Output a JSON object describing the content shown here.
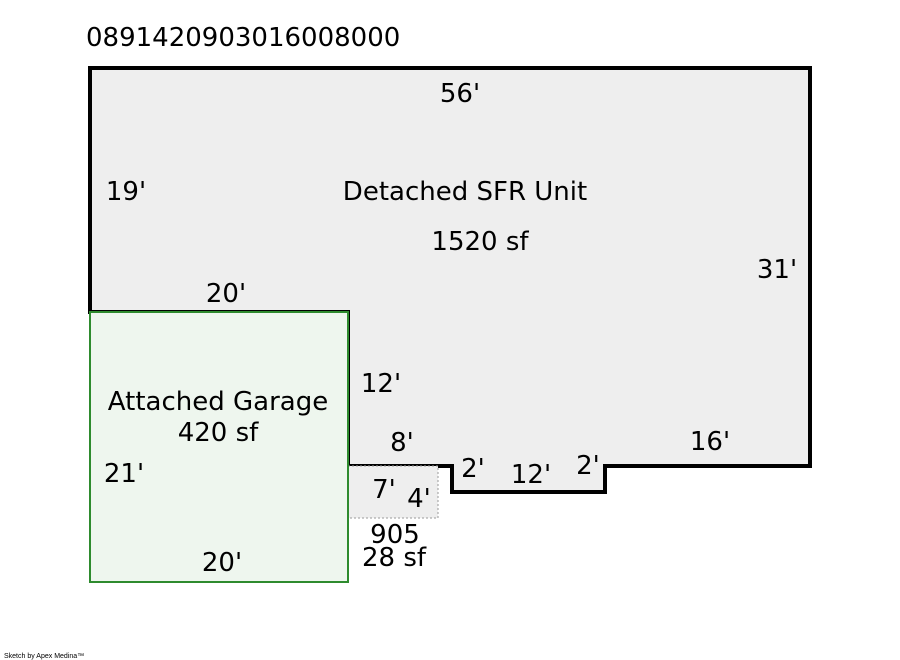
{
  "parcel_id": "0891420903016008000",
  "colors": {
    "sfr_fill": "#eeeeee",
    "sfr_stroke": "#000000",
    "garage_fill": "#eef6ee",
    "garage_stroke": "#2e8b2e",
    "patio_fill": "#eeeeee",
    "patio_stroke": "#999999"
  },
  "sfr": {
    "name": "Detached SFR Unit",
    "area": "1520 sf",
    "dims": {
      "top": "56'",
      "left": "19'",
      "right": "31'",
      "inner_left_top": "20'",
      "inner_vertical": "12'",
      "inner_bottom": "8'",
      "notch_left": "2'",
      "notch_bottom": "12'",
      "notch_right": "2'",
      "bottom_right": "16'"
    }
  },
  "garage": {
    "name": "Attached Garage",
    "area": "420 sf",
    "dims": {
      "left": "21'",
      "bottom": "20'"
    }
  },
  "patio": {
    "code": "905",
    "area": "28 sf",
    "dims": {
      "width": "7'",
      "height": "4'"
    }
  },
  "footer": "Sketch by Apex Medina™"
}
